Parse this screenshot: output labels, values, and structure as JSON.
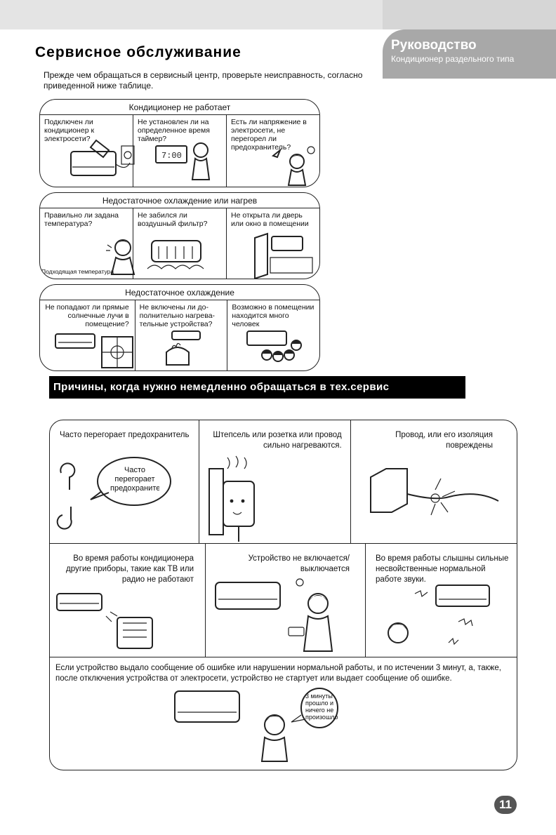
{
  "header": {
    "guide_title": "Руководство",
    "guide_subtitle": "Кондиционер раздельного типа"
  },
  "page_title": "Сервисное обслуживание",
  "intro": "Прежде чем обращаться в сервисный центр, проверьте неисправность, согласно приведенной ниже таблице.",
  "panels": [
    {
      "title": "Кондиционер не работает",
      "cells": [
        "Подключен ли кондиционер к электросети?",
        "Не установлен ли на определенное время таймер?",
        "Есть ли напряжение в электросети, не перегорел ли предохранитель?"
      ]
    },
    {
      "title": "Недостаточное охлаждение или нагрев",
      "cells": [
        "Правильно ли задана температура?",
        "Не забился ли воздушный фильтр?",
        "Не открыта ли дверь или окно в помещении"
      ],
      "caption": "Подходящая температура"
    },
    {
      "title": "Недостаточное охлаждение",
      "cells": [
        "Не попадают ли прямые солнечные лучи в помещение?",
        "Не включены ли до-полнительно нагрева-тельные устройства?",
        "Возможно в помещении находится много человек"
      ]
    }
  ],
  "timer_display": "7:00",
  "banner": "Причины, когда нужно немедленно обращаться в тех.сервис",
  "service_cells": [
    "Часто перегорает предохранитель",
    "Штепсель или розетка или провод сильно нагреваются.",
    "Провод, или его изоляция повреждены",
    "Во время работы кондиционера другие приборы, такие как ТВ или радио не работают",
    "Устройство не включается/выключается",
    "Во время работы слышны сильные несвойственные нормальной работе звуки."
  ],
  "bubble_fuse": "Часто перегорает предохранитель",
  "bottom_text": "Если устройство выдало сообщение об ошибке или нарушении нормальной работы, и по истечении 3 минут, а, также, после отключения устройства от электросети, устройство не стартует или выдает сообщение об ошибке.",
  "bubble_wait": "3 минуты прошло и ничего не произошло",
  "page_number": "11"
}
